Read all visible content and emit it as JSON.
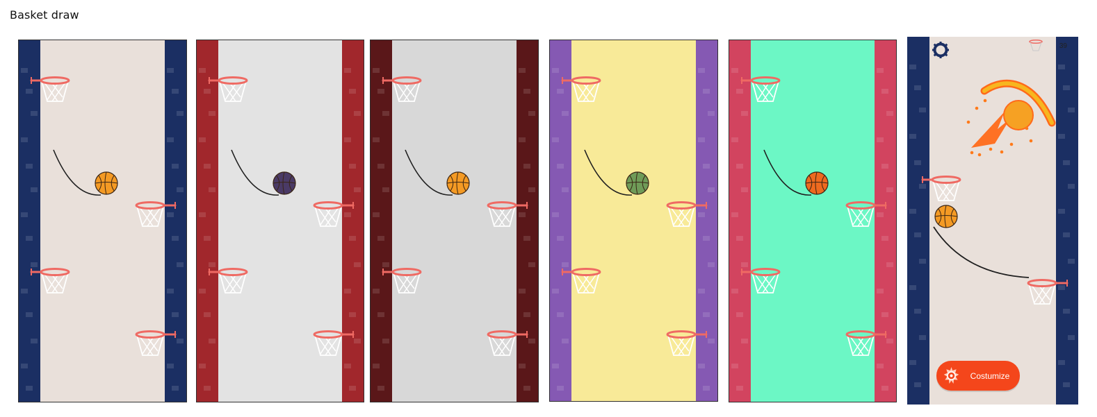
{
  "page": {
    "title": "Basket draw"
  },
  "screens": [
    {
      "name": "theme-navy",
      "wall_color": "#1b2f63",
      "court_color": "#e9e0da",
      "ball_color": "#f49a24"
    },
    {
      "name": "theme-red",
      "wall_color": "#a1272c",
      "court_color": "#e3e3e3",
      "ball_color": "#4a3a66"
    },
    {
      "name": "theme-dark-red",
      "wall_color": "#5a1719",
      "court_color": "#d8d8d8",
      "ball_color": "#f49a24"
    },
    {
      "name": "theme-purple",
      "wall_color": "#8559b3",
      "court_color": "#f8ea98",
      "ball_color": "#6f9b58"
    },
    {
      "name": "theme-pink",
      "wall_color": "#d2445f",
      "court_color": "#6cf7c5",
      "ball_color": "#ee6a1f"
    }
  ],
  "menu_screen": {
    "score": "39",
    "customize_label": "Costumize",
    "wall_color": "#1b2f63",
    "court_color": "#e9e0da",
    "ball_color": "#f49a24",
    "button_color": "#f4461b",
    "logo_color": "#f6a123",
    "icons": {
      "settings": "gear-icon",
      "customize": "sun-badge-icon",
      "score_hoop": "mini-hoop-icon"
    }
  },
  "colors": {
    "rim": "#ef6a63",
    "net": "#ffffff",
    "draw_line": "#1f1f1f"
  }
}
